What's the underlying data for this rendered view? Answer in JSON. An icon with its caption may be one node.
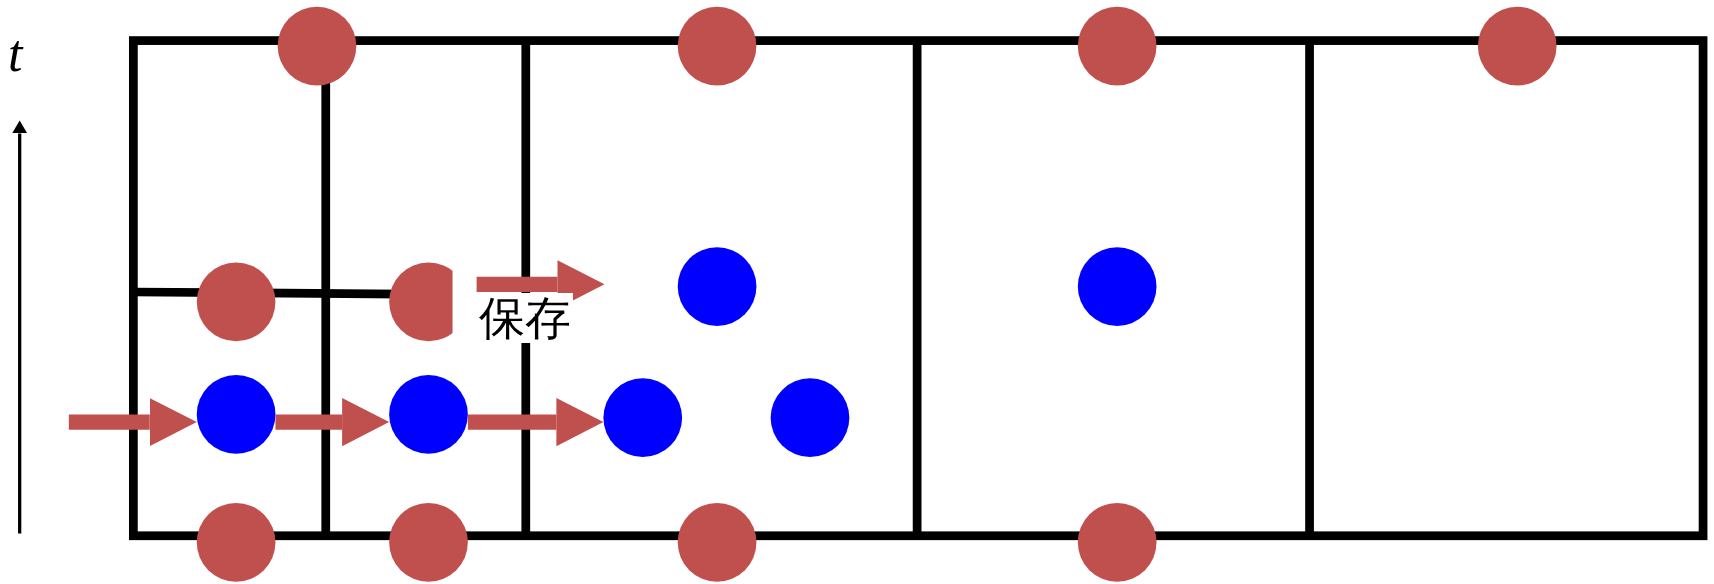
{
  "diagram": {
    "nodes": [
      {
        "text": [],
        "shape": "circle"
      },
      {
        "text": [],
        "shape": "circle"
      },
      {
        "text": [],
        "shape": "circle"
      },
      {
        "text": [],
        "shape": "circle"
      },
      {
        "text": [],
        "shape": "circle"
      },
      {
        "text": [],
        "shape": "circle"
      },
      {
        "text": [],
        "shape": "circle"
      },
      {
        "text": [],
        "shape": "circle"
      },
      {
        "text": [],
        "shape": "circle"
      },
      {
        "text": [],
        "shape": "circle"
      },
      {
        "text": [],
        "shape": "circle"
      },
      {
        "text": [],
        "shape": "circle"
      },
      {
        "text": [],
        "shape": "circle"
      },
      {
        "text": [],
        "shape": "circle"
      },
      {
        "text": [],
        "shape": "circle"
      },
      {
        "text": [],
        "shape": "circle"
      }
    ],
    "edges": [
      {
        "from": null,
        "to": 8,
        "arrow": "to"
      },
      {
        "from": 8,
        "to": 9,
        "arrow": "to"
      },
      {
        "from": 9,
        "to": 10,
        "arrow": "to"
      },
      {
        "from": 7,
        "to": null,
        "arrow": "to",
        "label": "保存"
      }
    ],
    "labels": [
      "t"
    ]
  }
}
